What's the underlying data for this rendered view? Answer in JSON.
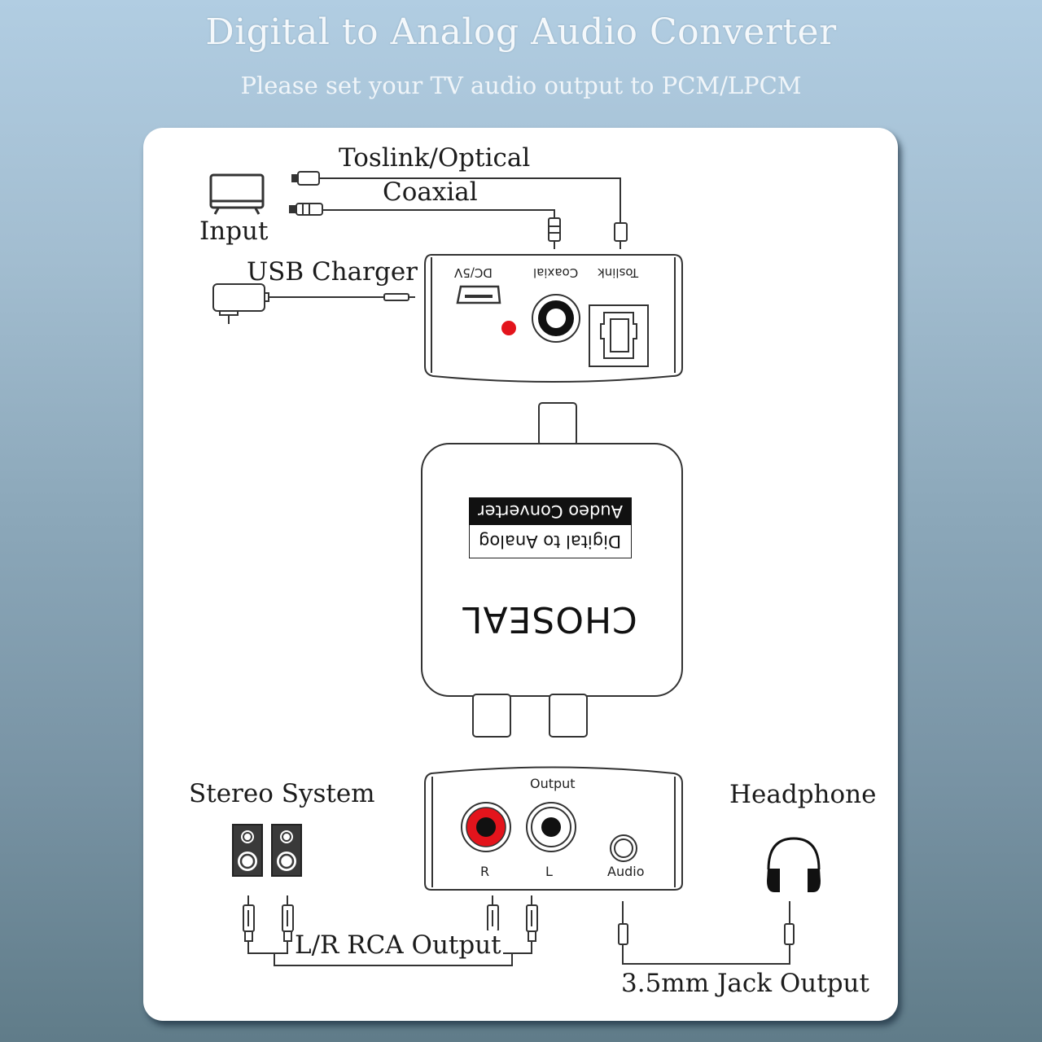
{
  "header": {
    "title": "Digital to Analog Audio Converter",
    "subtitle": "Please set your TV audio output to PCM/LPCM"
  },
  "input_section": {
    "source_label": "Input",
    "source_icon": "tv-icon",
    "cables": [
      {
        "label": "Toslink/Optical",
        "icon": "optical-plug-icon"
      },
      {
        "label": "Coaxial",
        "icon": "coaxial-plug-icon"
      }
    ],
    "power": {
      "label": "USB Charger",
      "icon": "usb-charger-icon"
    }
  },
  "input_panel": {
    "ports": [
      {
        "label": "DC/5V",
        "type": "micro-usb"
      },
      {
        "label": "Coaxial",
        "type": "rca-coaxial"
      },
      {
        "label": "Toslink",
        "type": "optical"
      }
    ],
    "led_color": "#e3141c"
  },
  "device": {
    "label_line1": "Audeo Converter",
    "label_line2": "Digital to Analog",
    "brand": "CHOSEAL"
  },
  "output_panel": {
    "title": "Output",
    "ports": [
      {
        "label": "R",
        "color": "#e3141c"
      },
      {
        "label": "L",
        "color": "#ffffff"
      },
      {
        "label": "Audio",
        "color": "#ffffff"
      }
    ]
  },
  "output_section": {
    "stereo_label": "Stereo System",
    "stereo_icon": "speaker-icon",
    "rca_cable_label": "L/R RCA Output",
    "headphone_label": "Headphone",
    "headphone_icon": "headphone-icon",
    "jack_cable_label": "3.5mm Jack Output"
  }
}
